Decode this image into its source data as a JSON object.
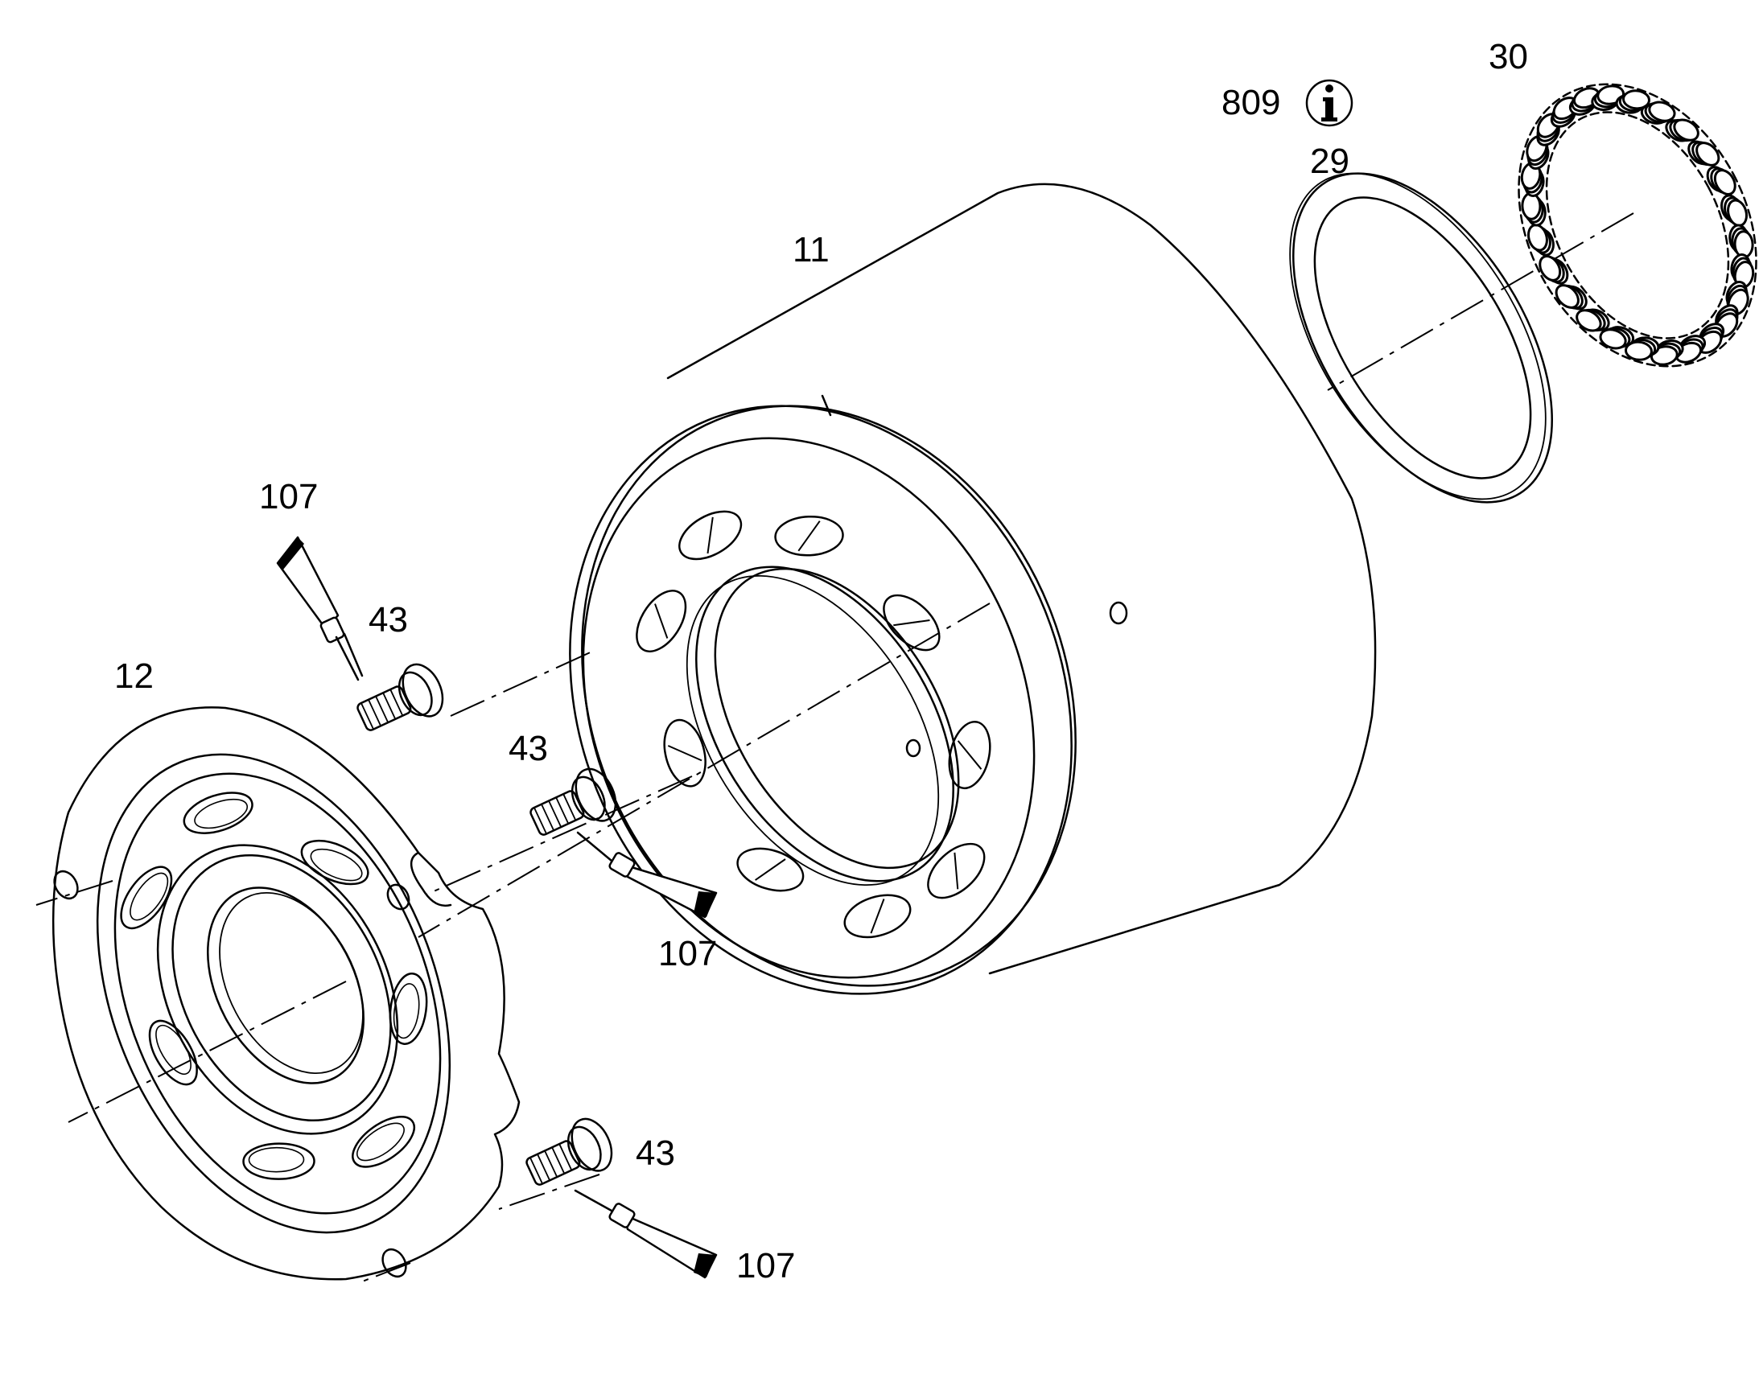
{
  "callouts": {
    "p30": "30",
    "p809": "809",
    "p29": "29",
    "p11": "11",
    "p107_top": "107",
    "p43_top": "43",
    "p12": "12",
    "p43_mid": "43",
    "p107_mid": "107",
    "p43_bot": "43",
    "p107_bot": "107"
  },
  "icons": {
    "info": "info-icon"
  },
  "colors": {
    "line": "#000000",
    "background": "#ffffff"
  }
}
